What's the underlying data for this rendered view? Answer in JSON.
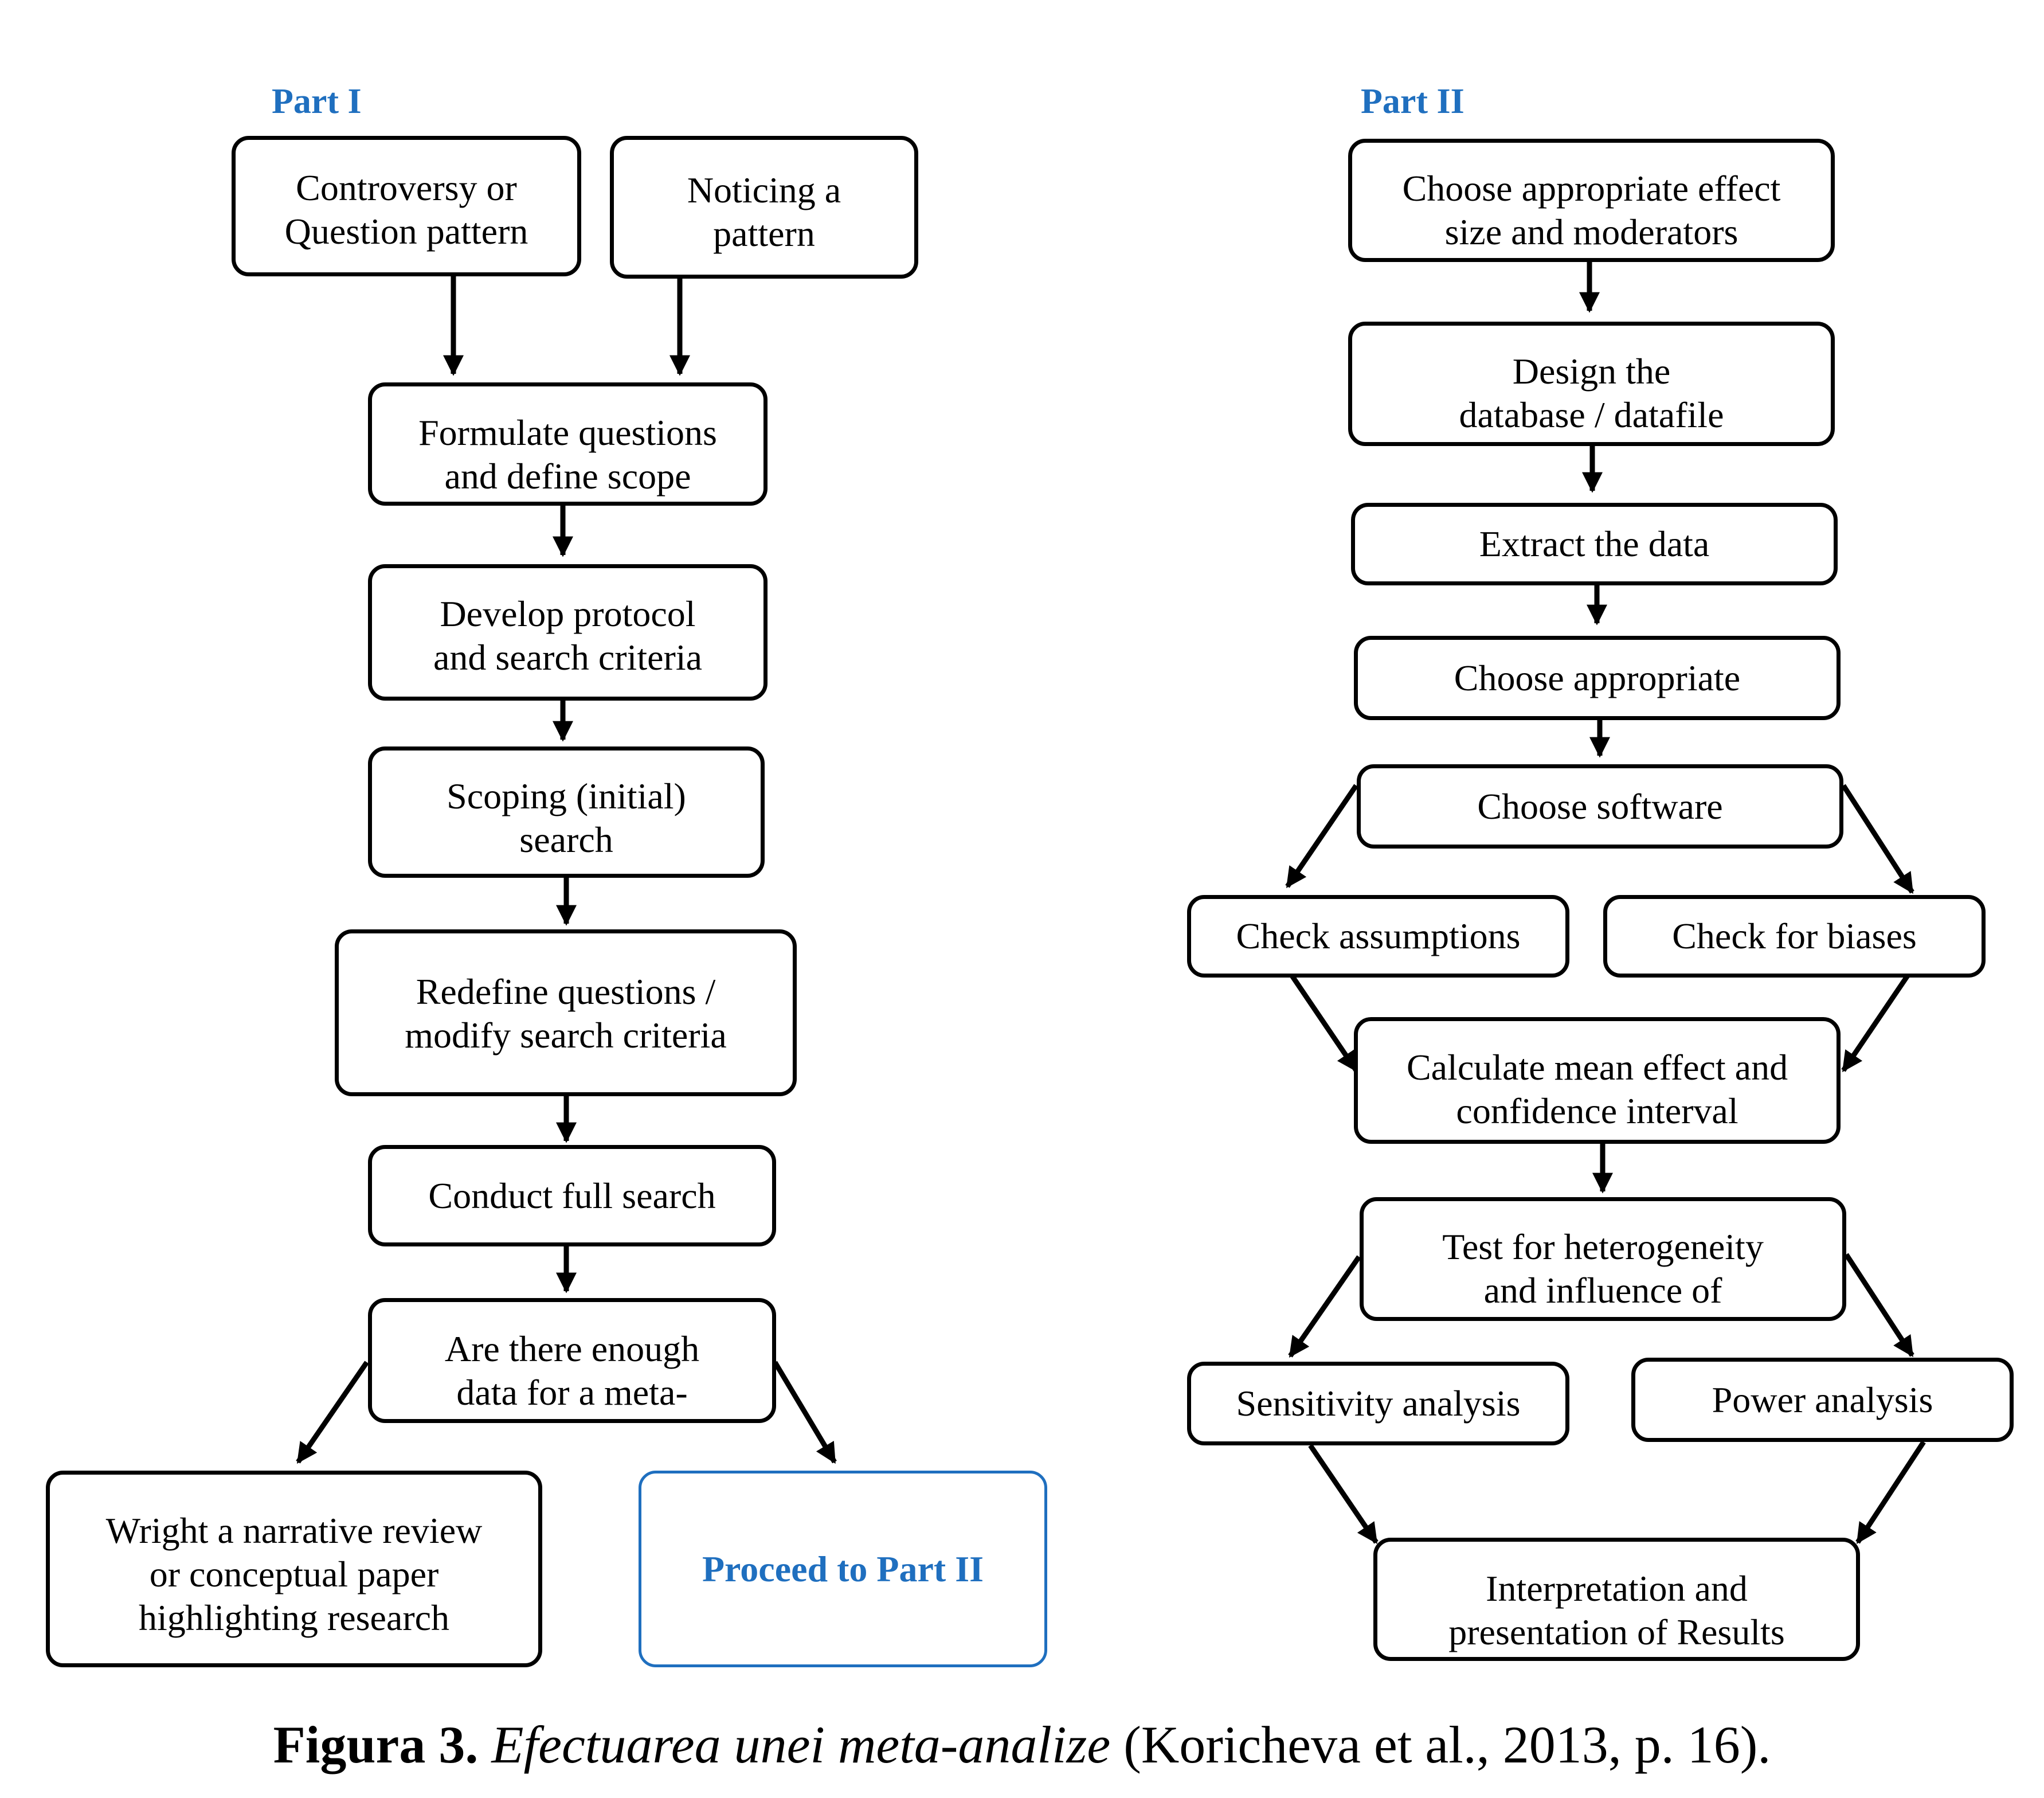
{
  "part1": {
    "label": "Part I",
    "controversy": [
      "Controversy or",
      "Question pattern"
    ],
    "noticing": [
      "Noticing a",
      "pattern"
    ],
    "formulate": [
      "Formulate questions",
      "and define scope"
    ],
    "develop": [
      "Develop protocol",
      "and search criteria"
    ],
    "scoping": [
      "Scoping (initial)",
      "search"
    ],
    "redefine": [
      "Redefine questions /",
      "modify search criteria"
    ],
    "conduct": [
      "Conduct full search"
    ],
    "enough": [
      "Are there enough",
      "data for a meta-"
    ],
    "narrative": [
      "Wright a narrative review",
      "or conceptual paper",
      "highlighting research"
    ],
    "proceed": [
      "Proceed to Part II"
    ]
  },
  "part2": {
    "label": "Part II",
    "effect_size": [
      "Choose appropriate effect",
      "size and moderators"
    ],
    "design": [
      "Design the",
      "database / datafile"
    ],
    "extract": [
      "Extract the data"
    ],
    "choose_appropriate": [
      "Choose appropriate"
    ],
    "software": [
      "Choose software"
    ],
    "assumptions": [
      "Check assumptions"
    ],
    "biases": [
      "Check for biases"
    ],
    "mean_effect": [
      "Calculate mean effect and",
      "confidence interval"
    ],
    "heterogeneity": [
      "Test for heterogeneity",
      "and influence of"
    ],
    "sensitivity": [
      "Sensitivity analysis"
    ],
    "power": [
      "Power analysis"
    ],
    "interpretation": [
      "Interpretation and",
      "presentation of Results"
    ]
  },
  "caption": {
    "bold": "Figura 3.",
    "italic": "Efectuarea unei meta-analize",
    "rest": "(Koricheva et al., 2013, p. 16)."
  },
  "colors": {
    "accent_blue": "#1f6fbf",
    "line": "#000000"
  }
}
